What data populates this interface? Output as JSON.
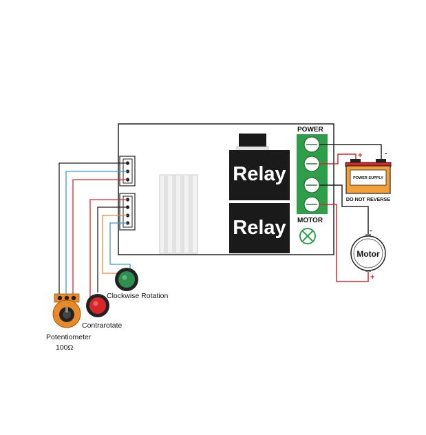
{
  "board": {
    "relay_top": "Relay",
    "relay_bottom": "Relay",
    "power_label": "POWER",
    "motor_label": "MOTOR"
  },
  "power_supply": {
    "label": "POWER SUPPLY",
    "warning": "DO NOT REVERSE",
    "plus": "+",
    "minus": "-"
  },
  "motor": {
    "label": "Motor",
    "plus": "+",
    "minus": "-"
  },
  "controls": {
    "clockwise": "Clockwise Rotation",
    "contrarotate": "Contrarotate",
    "potentiometer": "Potentiometer",
    "pot_value": "100Ω"
  },
  "colors": {
    "board_outline": "#222222",
    "relay": "#1a1a1a",
    "terminal_green": "#2e9e4a",
    "wire_black": "#222222",
    "wire_red": "#d9262b",
    "wire_blue": "#3a9ad9",
    "wire_orange": "#e8883a",
    "button_green": "#2c8f4e",
    "button_red": "#d9262b",
    "pot_orange": "#e88a2a",
    "battery_orange": "#f3a03b"
  }
}
